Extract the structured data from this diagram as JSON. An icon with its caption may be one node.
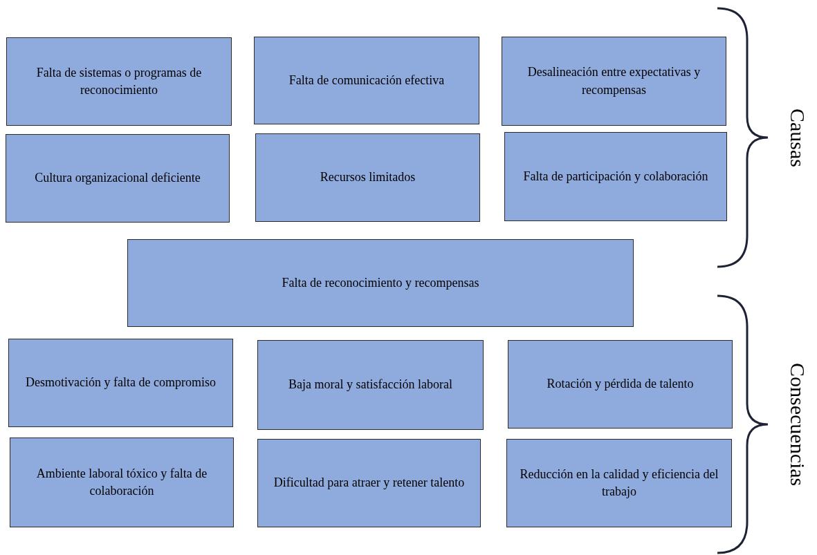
{
  "diagram": {
    "nodes": [
      {
        "text": [
          "Falta de sistemas o programas de reconocimiento"
        ]
      },
      {
        "text": [
          "Falta de comunicación efectiva"
        ]
      },
      {
        "text": [
          "Desalineación entre expectativas y recompensas"
        ]
      },
      {
        "text": [
          "Cultura organizacional deficiente"
        ]
      },
      {
        "text": [
          "Recursos limitados"
        ]
      },
      {
        "text": [
          "Falta de participación y colaboración"
        ]
      },
      {
        "text": [
          "Falta de reconocimiento y recompensas"
        ]
      },
      {
        "text": [
          "Desmotivación y falta de compromiso"
        ]
      },
      {
        "text": [
          "Baja moral y satisfacción laboral"
        ]
      },
      {
        "text": [
          "Rotación y pérdida de talento"
        ]
      },
      {
        "text": [
          "Ambiente laboral tóxico y falta de colaboración"
        ]
      },
      {
        "text": [
          "Dificultad para atraer y retener talento"
        ]
      },
      {
        "text": [
          "Reducción en la calidad y eficiencia del trabajo"
        ]
      }
    ],
    "edges": [],
    "labels": [
      "Causas",
      "Consecuencias"
    ]
  }
}
